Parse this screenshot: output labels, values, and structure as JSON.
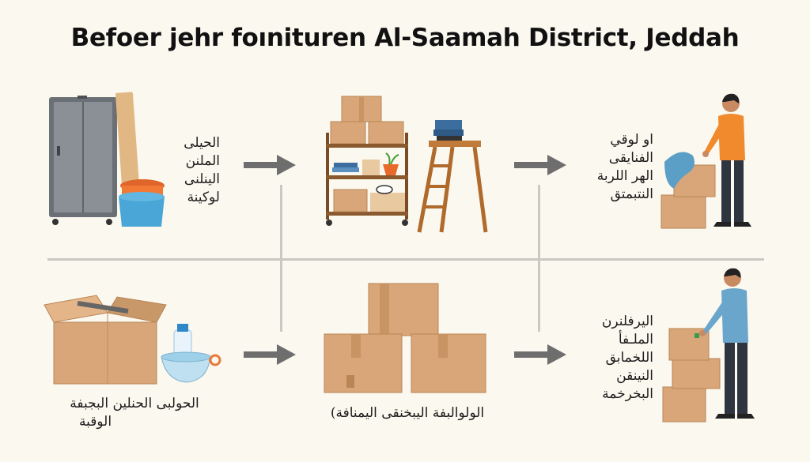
{
  "title": "Befoer jehr foınituren Al-Saamah District, Jeddah",
  "row1": {
    "step1_label": [
      "الحيلى",
      "الملنن",
      "الينلنى",
      "لوكينة"
    ],
    "step3_label": [
      "او لوقي",
      "الفنايقى",
      "الهر اللربة",
      "النتبمتق"
    ]
  },
  "row2": {
    "step1_label": [
      "الحولبى الحنلين البجبفة",
      "الوقبة"
    ],
    "step2_label": "الولوالبفة اليبخنقى اليمنافة)",
    "step3_label": [
      "اليرفلنرن",
      "الملـفأ",
      "اللخمابق",
      "النينقن",
      "البخرخمة"
    ]
  },
  "colors": {
    "background": "#fbf8ef",
    "divider": "#c9c9c2",
    "arrow": "#6e6e6e",
    "cardboard": "#d9a679",
    "orange_shirt": "#f08a2c",
    "blue_shirt": "#6aa5cc"
  }
}
